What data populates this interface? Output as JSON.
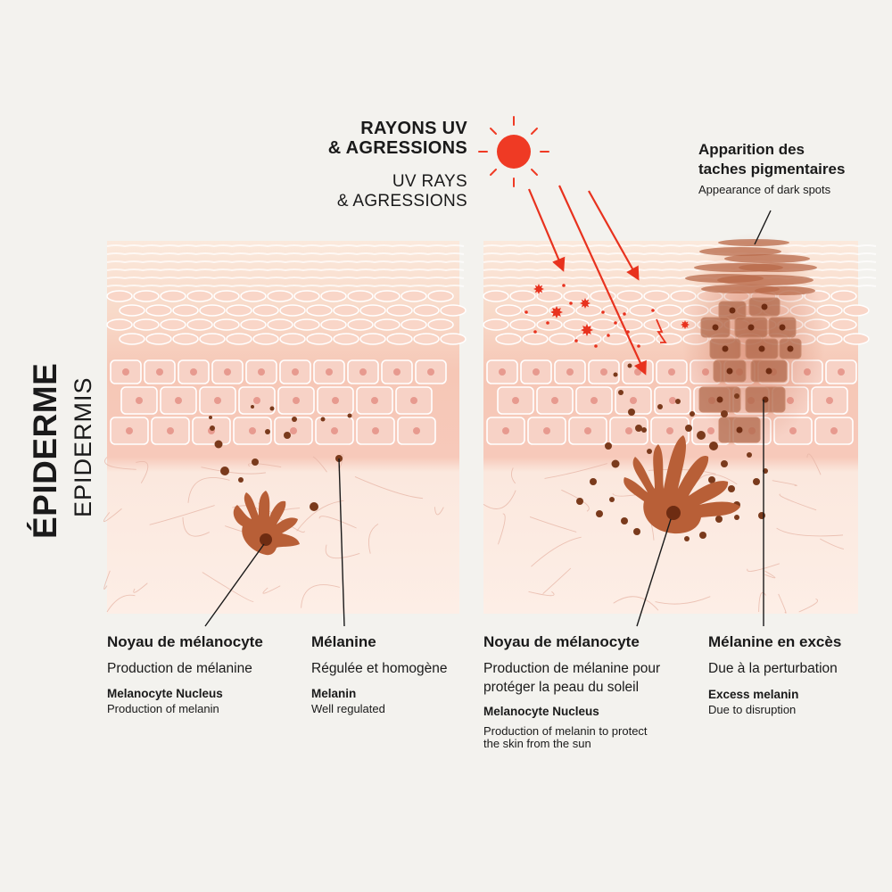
{
  "side_title": {
    "fr": "ÉPIDERME",
    "en": "EPIDERMIS"
  },
  "uv_label": {
    "fr_line1": "RAYONS UV",
    "fr_line2": "& AGRESSIONS",
    "en_line1": "UV RAYS",
    "en_line2": "& AGRESSIONS"
  },
  "spots_label": {
    "fr_line1": "Apparition des",
    "fr_line2": "taches pigmentaires",
    "en": "Appearance of dark spots"
  },
  "captions": {
    "left_nucleus": {
      "title": "Noyau de mélanocyte",
      "subtitle": "Production de mélanine",
      "en_title": "Melanocyte Nucleus",
      "en_subtitle": "Production of melanin"
    },
    "left_melanin": {
      "title": "Mélanine",
      "subtitle": "Régulée et homogène",
      "en_title": "Melanin",
      "en_subtitle": "Well regulated"
    },
    "right_nucleus": {
      "title": "Noyau de mélanocyte",
      "subtitle": "Production de mélanine pour protéger la peau du soleil",
      "en_title": "Melanocyte Nucleus",
      "en_subtitle": "Production of melanin to protect the skin from the sun"
    },
    "right_excess": {
      "title": "Mélanine en excès",
      "subtitle": "Due à la perturbation",
      "en_title": "Excess melanin",
      "en_subtitle": "Due to disruption"
    }
  },
  "colors": {
    "background": "#f3f2ee",
    "skin_light": "#f8e2d2",
    "skin_pink": "#f5c4b4",
    "cell_fill": "#f7d2c6",
    "cell_nucleus": "#e79a8f",
    "melanin": "#7a3a1c",
    "melanocyte": "#b25a33",
    "dark_spot": "#a0573a",
    "uv_red": "#e8321e",
    "line": "#1a1a1a"
  }
}
